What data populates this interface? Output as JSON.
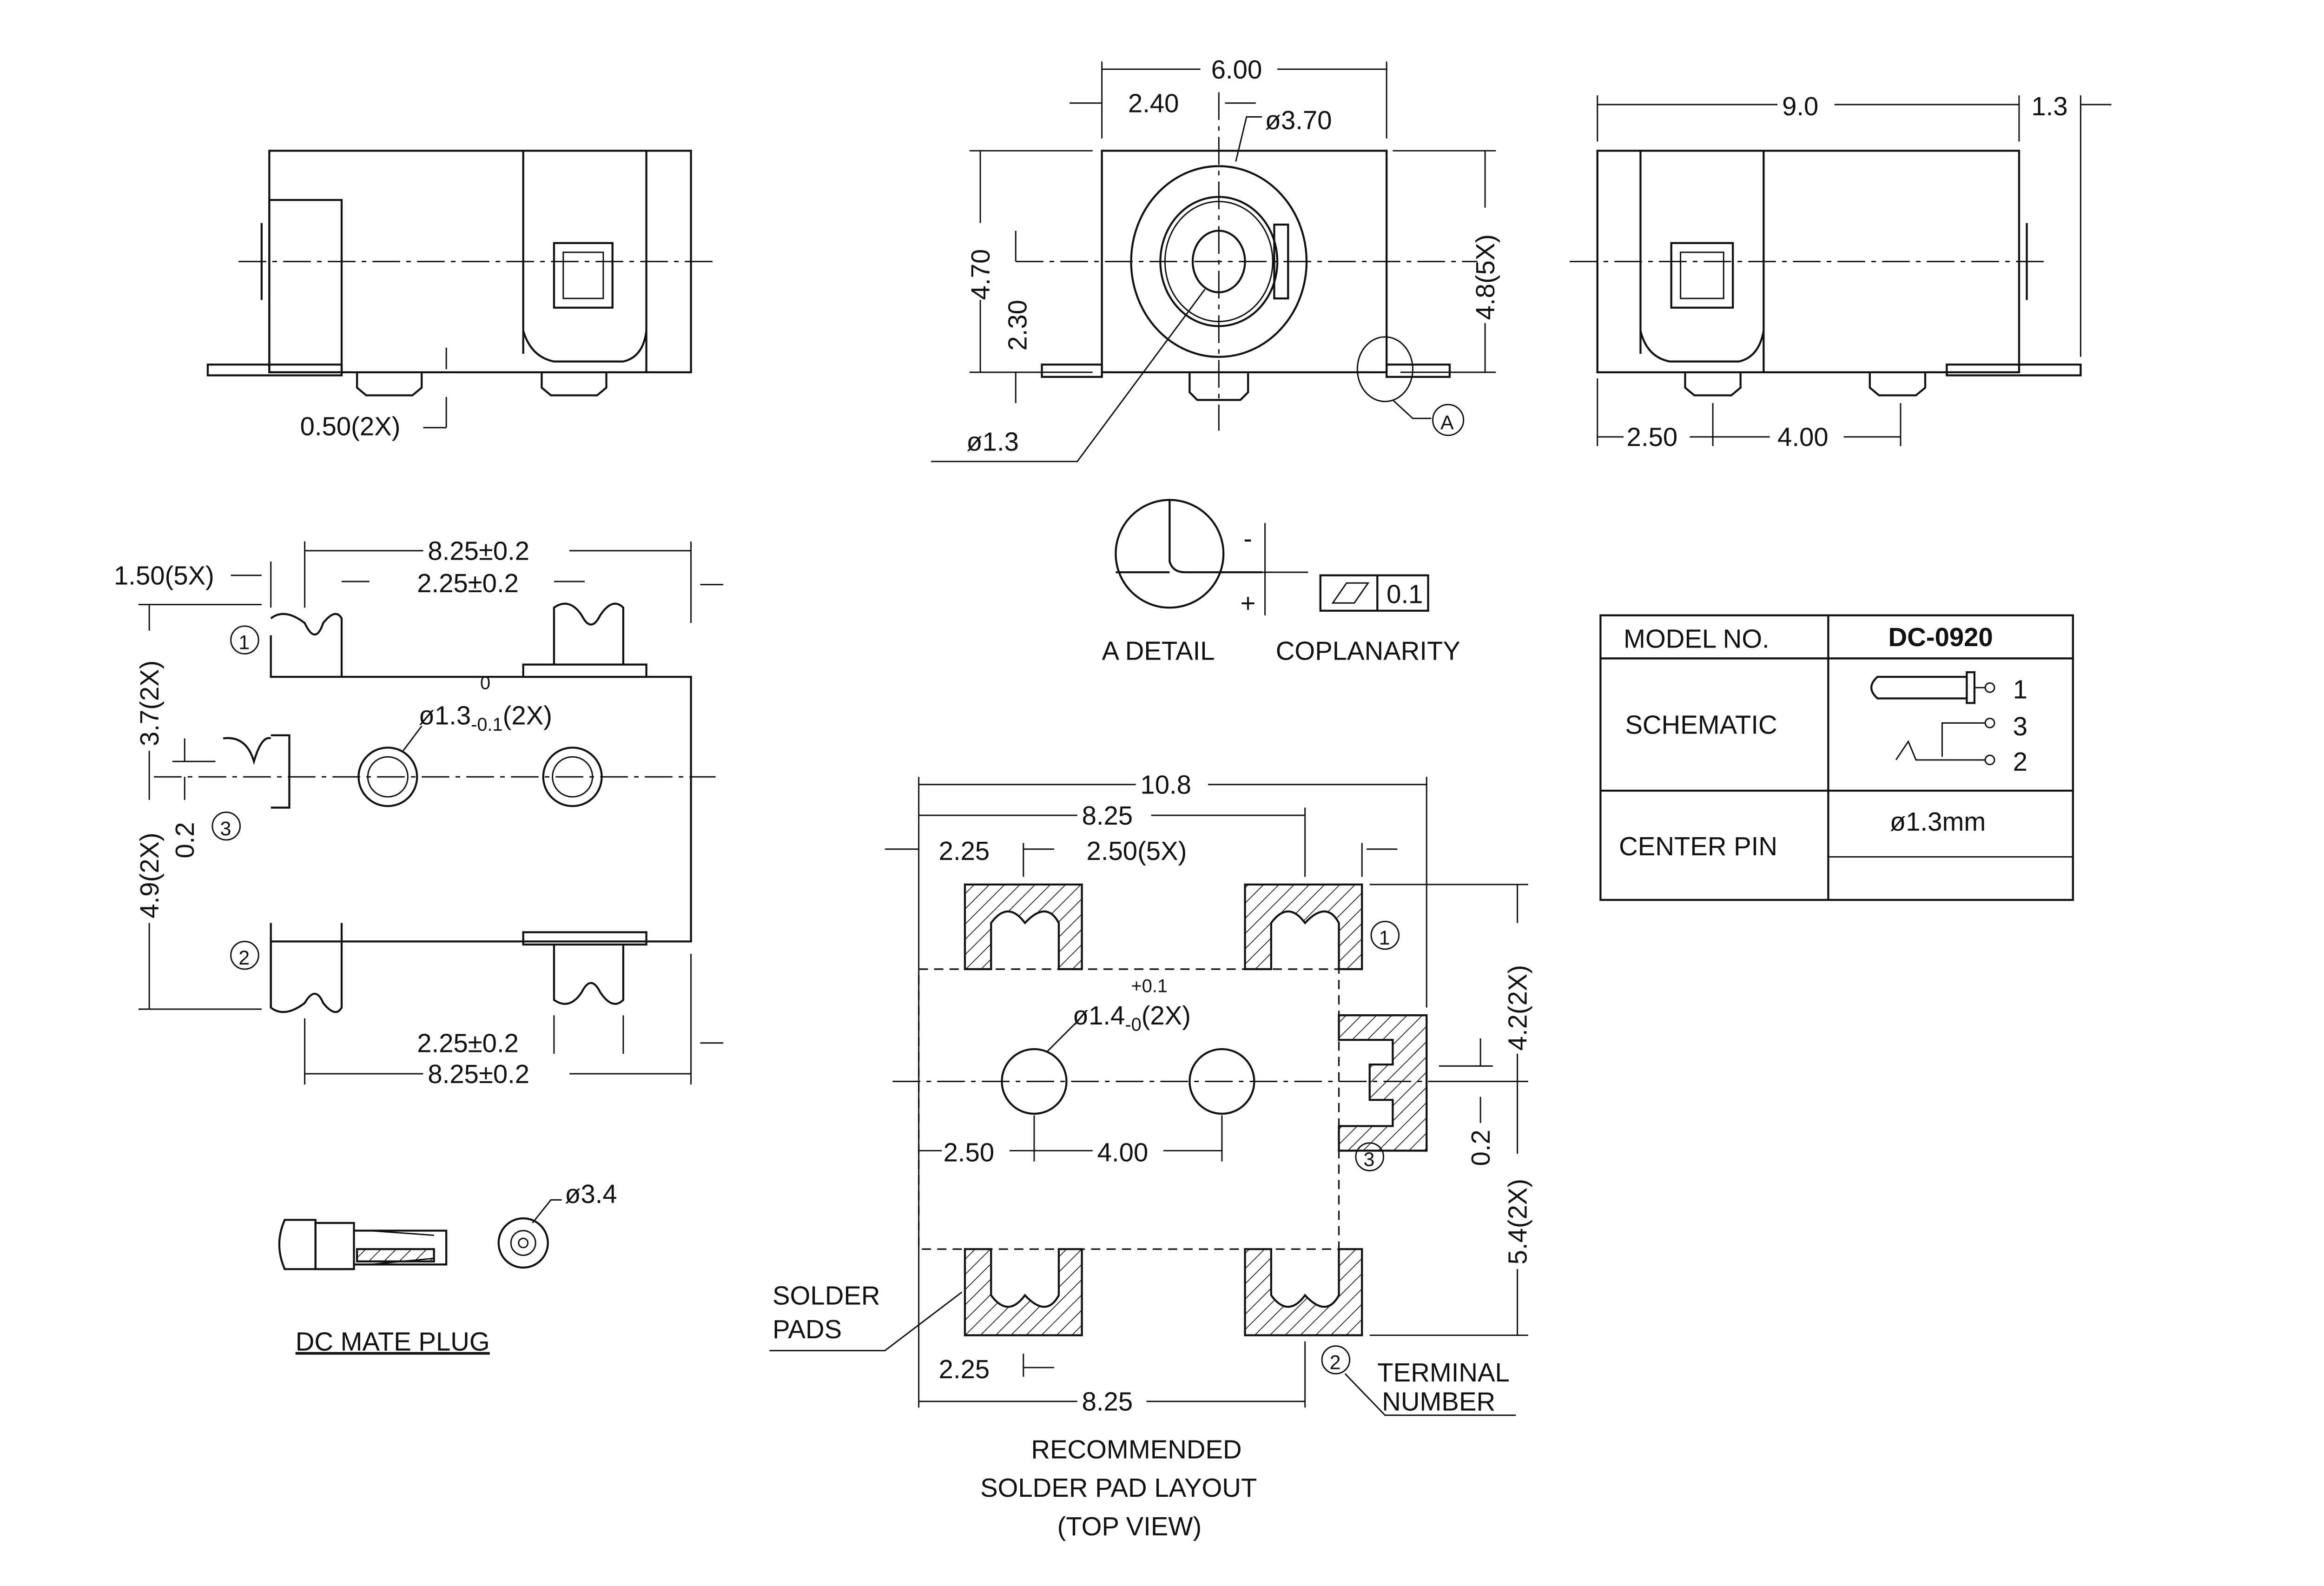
{
  "side_view_left": {
    "leg_dim": "0.50(2X)"
  },
  "front_view": {
    "width": "6.00",
    "offset": "2.40",
    "outer_dia": "ø3.70",
    "height": "4.70",
    "center_height": "2.30",
    "height_right": "4.8(5X)",
    "pin_dia": "ø1.3",
    "detail_ref": "A"
  },
  "side_view_right": {
    "length": "9.0",
    "tab": "1.3",
    "dim_a": "2.50",
    "dim_b": "4.00"
  },
  "detail": {
    "minus": "-",
    "plus": "+",
    "tolerance": "0.1",
    "label": "A DETAIL",
    "coplanarity": "COPLANARITY"
  },
  "bottom_view": {
    "tab_width": "1.50(5X)",
    "top_span": "8.25±0.2",
    "top_tab": "2.25±0.2",
    "upper_height": "3.7(2X)",
    "hole_dia": "ø1.3",
    "hole_tol_upper": "0",
    "hole_tol_lower": "-0.1",
    "hole_count": "(2X)",
    "offset": "0.2",
    "lower_height": "4.9(2X)",
    "bottom_tab": "2.25±0.2",
    "bottom_span": "8.25±0.2",
    "terminals": [
      "1",
      "3",
      "2"
    ]
  },
  "mate_plug": {
    "dia": "ø3.4",
    "label": "DC MATE PLUG"
  },
  "pad_layout": {
    "overall": "10.8",
    "span": "8.25",
    "pad_w": "2.25",
    "pitch": "2.50(5X)",
    "hole_dia": "ø1.4",
    "hole_tol_upper": "+0.1",
    "hole_tol_lower": "-0",
    "hole_count": "(2X)",
    "hole_x1": "2.50",
    "hole_x2": "4.00",
    "upper": "4.2(2X)",
    "offset": "0.2",
    "lower": "5.4(2X)",
    "solder_pads": [
      "SOLDER",
      "PADS"
    ],
    "bottom_pad_w": "2.25",
    "bottom_span": "8.25",
    "terminal_label": [
      "TERMINAL",
      "NUMBER"
    ],
    "terminals": [
      "1",
      "3",
      "2"
    ],
    "title": [
      "RECOMMENDED",
      "SOLDER PAD LAYOUT",
      "(TOP VIEW)"
    ]
  },
  "table": {
    "model_label": "MODEL NO.",
    "model_value": "DC-0920",
    "schematic_label": "SCHEMATIC",
    "pins": [
      "1",
      "3",
      "2"
    ],
    "center_pin_label": "CENTER PIN",
    "center_pin_value": "ø1.3mm"
  }
}
